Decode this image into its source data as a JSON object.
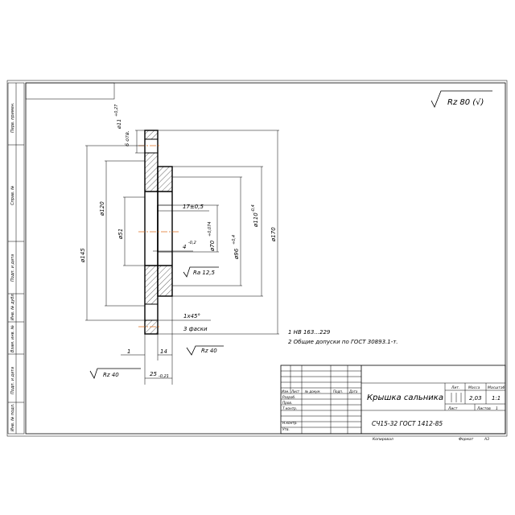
{
  "roughness_general": "Rz 80 (√)",
  "dimensions": {
    "d145": "ø145",
    "d120": "ø120",
    "d51": "ø51",
    "d170": "ø170",
    "d110": "ø110",
    "d110_tol": "-0,4",
    "d96": "ø96",
    "d96_tol": "+0,4",
    "d70": "ø70",
    "d70_tol": "+0,074",
    "hole_d11": "ø11",
    "hole_tol": "+0,27",
    "hole_count": "6 отв.",
    "dim_17": "17±0,5",
    "dim_4": "4",
    "dim_4_tol": "-0,2",
    "ra_125": "Ra 12,5",
    "chamfer": "1x45°",
    "chamfer_count": "3 фаски",
    "dim_1": "1",
    "dim_14": "14",
    "dim_25": "25",
    "dim_25_tol": "-0,21",
    "rz_left": "Rz 40",
    "rz_right": "Rz 40"
  },
  "notes": [
    "1 НВ 163...229",
    "2 Общие допуски по ГОСТ 30893.1-т."
  ],
  "left_strip": [
    "Перв. примен.",
    "Справ. №",
    "Подп. и дата",
    "Инв. № дубл.",
    "Взам. инв. №",
    "Подп. и дата",
    "Инв. № подл."
  ],
  "title_block": {
    "part_name": "Крышка сальника",
    "material": "СЧ15-32 ГОСТ 1412-85",
    "col_headers": [
      "Изм.",
      "Лист",
      "№ докум.",
      "Подп.",
      "Дата"
    ],
    "roles": [
      "Разраб.",
      "Пров.",
      "Т.контр.",
      "",
      "Н.контр.",
      "Утв."
    ],
    "lit_label": "Лит.",
    "mass_label": "Масса",
    "scale_label": "Масштаб",
    "mass": "2,03",
    "scale": "1:1",
    "sheet_label": "Лист",
    "sheets_label": "Листов",
    "sheets": "1",
    "copied_label": "Копировал",
    "format_label": "Формат",
    "format": "А3"
  }
}
